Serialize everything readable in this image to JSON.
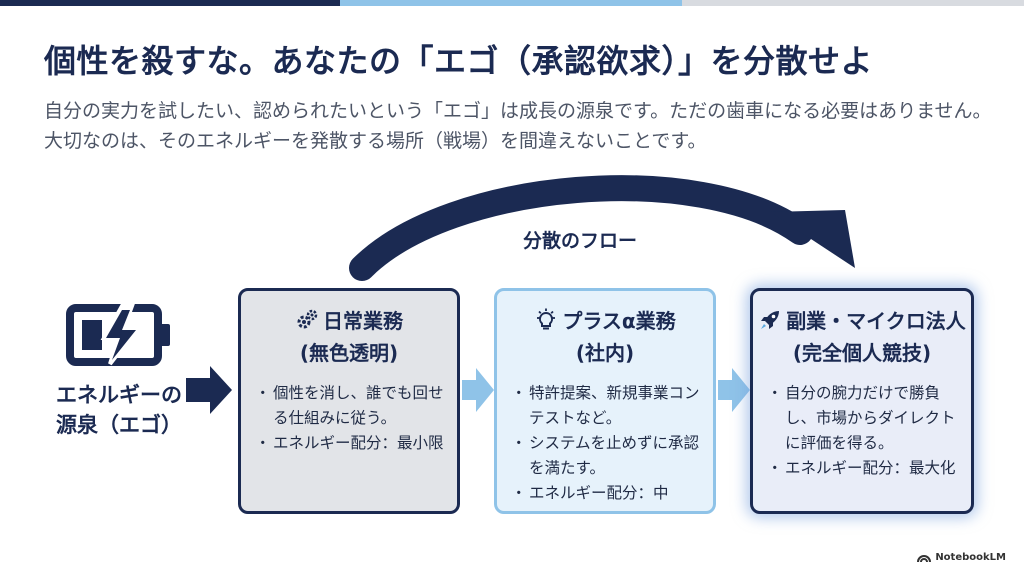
{
  "colors": {
    "navy": "#1b2a52",
    "light_blue": "#8fc3e8",
    "accent_blue": "#5aa8e0",
    "gray_card": "#e2e4e8"
  },
  "header": {
    "title": "個性を殺すな。あなたの「エゴ（承認欲求）」を分散せよ",
    "subtitle": "自分の実力を試したい、認められたいという「エゴ」は成長の源泉です。ただの歯車になる必要はありません。大切なのは、そのエネルギーを発散する場所（戦場）を間違えないことです。"
  },
  "flow": {
    "label": "分散のフロー"
  },
  "source": {
    "icon": "battery-bolt-icon",
    "label_line1": "エネルギーの",
    "label_line2": "源泉（エゴ）"
  },
  "cards": [
    {
      "icon": "gears-icon",
      "title": "日常業務",
      "subtitle": "(無色透明)",
      "bullets": [
        "個性を消し、誰でも回せる仕組みに従う。",
        "エネルギー配分：最小限"
      ]
    },
    {
      "icon": "lightbulb-icon",
      "title": "プラスα業務",
      "subtitle": "(社内)",
      "bullets": [
        "特許提案、新規事業コンテストなど。",
        "システムを止めずに承認を満たす。",
        "エネルギー配分：中"
      ]
    },
    {
      "icon": "rocket-icon",
      "title": "副業・マイクロ法人",
      "subtitle": "(完全個人競技)",
      "bullets": [
        "自分の腕力だけで勝負し、市場からダイレクトに評価を得る。",
        "エネルギー配分：最大化"
      ]
    }
  ],
  "branding": {
    "logo_text": "NotebookLM"
  }
}
